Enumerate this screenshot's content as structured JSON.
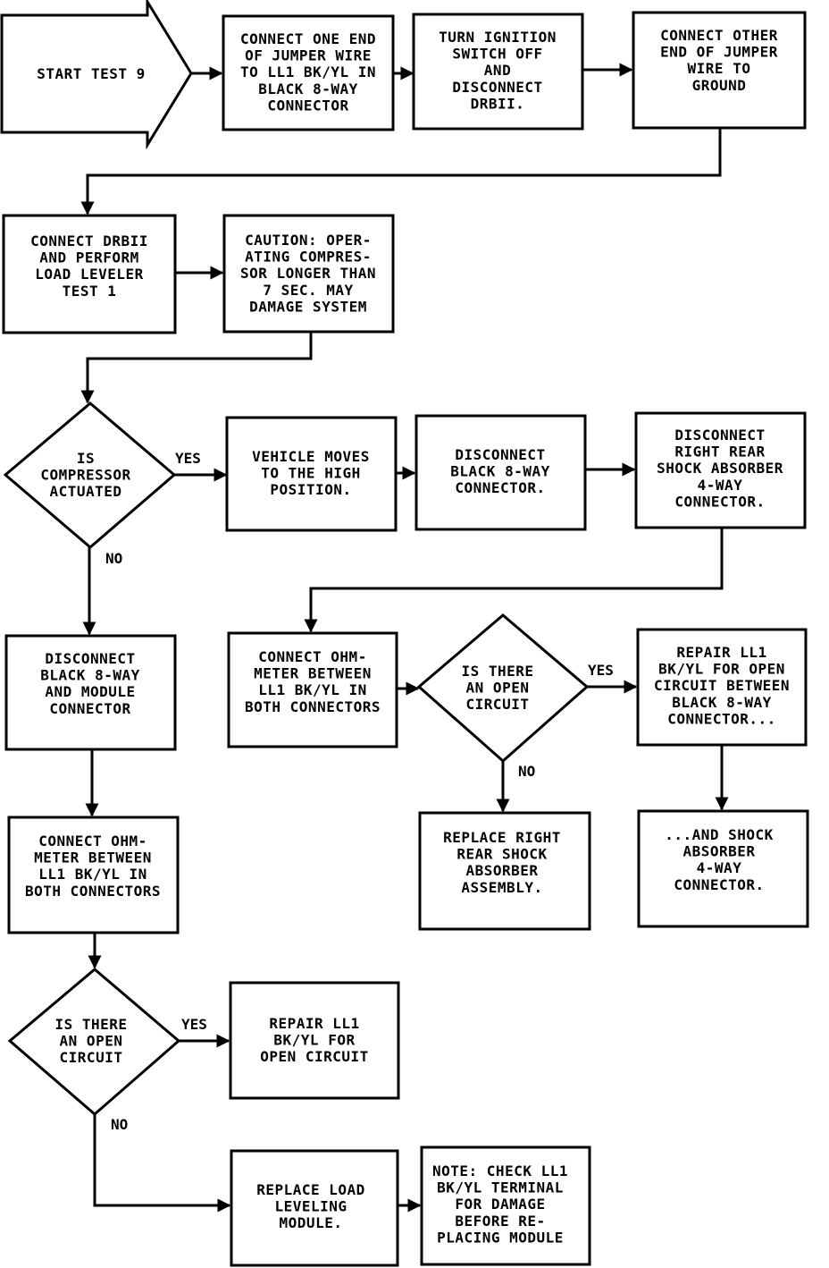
{
  "diagram": {
    "start": {
      "lines": [
        "START TEST 9"
      ]
    },
    "b1": {
      "lines": [
        "CONNECT ONE END",
        "OF JUMPER WIRE",
        "TO LL1 BK/YL IN",
        "BLACK 8-WAY",
        "CONNECTOR"
      ]
    },
    "b2": {
      "lines": [
        "TURN IGNITION",
        "SWITCH OFF",
        "AND",
        "DISCONNECT",
        "DRBII."
      ]
    },
    "b3": {
      "lines": [
        "CONNECT OTHER",
        "END OF JUMPER",
        "WIRE TO",
        "GROUND"
      ]
    },
    "b4": {
      "lines": [
        "CONNECT DRBII",
        "AND PERFORM",
        "LOAD LEVELER",
        "TEST 1"
      ]
    },
    "b5": {
      "lines": [
        "CAUTION: OPER-",
        "ATING COMPRES-",
        "SOR LONGER THAN",
        "7 SEC. MAY",
        "DAMAGE SYSTEM"
      ]
    },
    "d1": {
      "lines": [
        "IS",
        "COMPRESSOR",
        "ACTUATED"
      ]
    },
    "d1_yes": "YES",
    "d1_no": "NO",
    "b6": {
      "lines": [
        "VEHICLE MOVES",
        "TO THE HIGH",
        "POSITION."
      ]
    },
    "b7": {
      "lines": [
        "DISCONNECT",
        "BLACK 8-WAY",
        "CONNECTOR."
      ]
    },
    "b8": {
      "lines": [
        "DISCONNECT",
        "RIGHT REAR",
        "SHOCK ABSORBER",
        "4-WAY",
        "CONNECTOR."
      ]
    },
    "b9": {
      "lines": [
        "DISCONNECT",
        "BLACK 8-WAY",
        "AND MODULE",
        "CONNECTOR"
      ]
    },
    "b10": {
      "lines": [
        "CONNECT OHM-",
        "METER BETWEEN",
        "LL1 BK/YL IN",
        "BOTH CONNECTORS"
      ]
    },
    "d2": {
      "lines": [
        "IS THERE",
        "AN OPEN",
        "CIRCUIT"
      ]
    },
    "d2_yes": "YES",
    "d2_no": "NO",
    "b11": {
      "lines": [
        "REPAIR LL1",
        "BK/YL FOR OPEN",
        "CIRCUIT BETWEEN",
        "BLACK 8-WAY",
        "CONNECTOR..."
      ]
    },
    "b12": {
      "lines": [
        "REPLACE RIGHT",
        "REAR SHOCK",
        "ABSORBER",
        "ASSEMBLY."
      ]
    },
    "b13": {
      "lines": [
        "...AND SHOCK",
        "ABSORBER",
        "4-WAY",
        "CONNECTOR."
      ]
    },
    "b14": {
      "lines": [
        "CONNECT OHM-",
        "METER BETWEEN",
        "LL1 BK/YL IN",
        "BOTH CONNECTORS"
      ]
    },
    "d3": {
      "lines": [
        "IS THERE",
        "AN OPEN",
        "CIRCUIT"
      ]
    },
    "d3_yes": "YES",
    "d3_no": "NO",
    "b15": {
      "lines": [
        "REPAIR LL1",
        "BK/YL FOR",
        "OPEN CIRCUIT"
      ]
    },
    "b16": {
      "lines": [
        "REPLACE LOAD",
        "LEVELING",
        "MODULE."
      ]
    },
    "b17": {
      "lines": [
        "NOTE: CHECK LL1",
        "BK/YL TERMINAL",
        "FOR DAMAGE",
        "BEFORE RE-",
        "PLACING MODULE"
      ]
    }
  }
}
